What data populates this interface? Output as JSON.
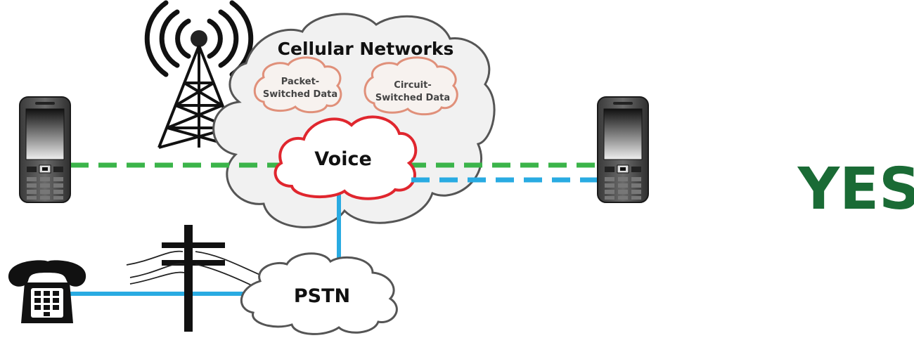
{
  "labels": {
    "cellular": "Cellular Networks",
    "packet_line1": "Packet-",
    "packet_line2": "Switched Data",
    "circuit_line1": "Circuit-",
    "circuit_line2": "Switched Data",
    "voice": "Voice",
    "pstn": "PSTN",
    "yes": "YES"
  },
  "colors": {
    "green_link": "#3bb44a",
    "blue_link": "#29abe2",
    "voice_outline": "#e0262e",
    "data_outline": "#e0907a",
    "yes": "#1a6b35",
    "cloud_fill": "#f1f1f1",
    "cloud_stroke": "#555555"
  },
  "icons": {
    "tower": "cell-tower-icon",
    "left_phone": "mobile-phone-icon",
    "right_phone": "mobile-phone-icon",
    "desk_phone": "landline-phone-icon",
    "utility_pole": "utility-pole-icon"
  }
}
